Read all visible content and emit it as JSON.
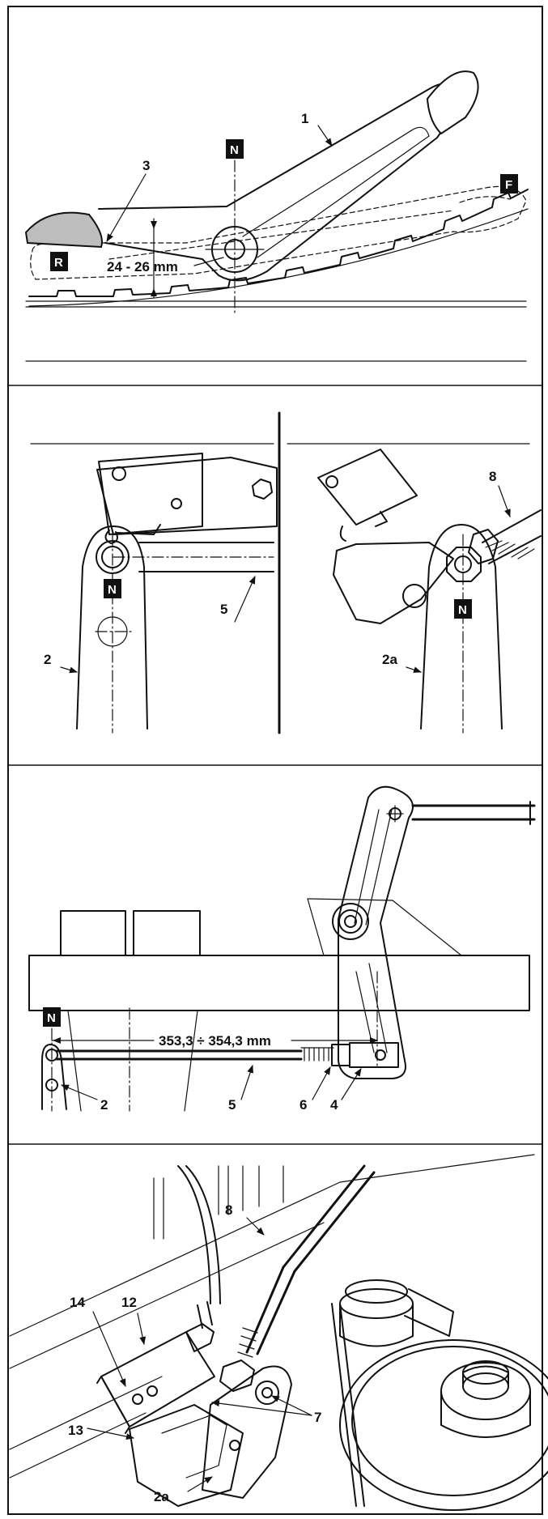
{
  "colors": {
    "line": "#111111",
    "background": "#ffffff",
    "label_box": "#111111",
    "shading": "#bdbdbd"
  },
  "panel1": {
    "callouts": {
      "c1": "1",
      "c3": "3"
    },
    "markers": {
      "n": "N",
      "r": "R",
      "f": "F"
    },
    "dimension": "24 - 26 mm"
  },
  "panel2": {
    "callouts": {
      "c2": "2",
      "c5": "5",
      "c2a": "2a",
      "c8": "8"
    },
    "markers": {
      "n_left": "N",
      "n_right": "N"
    }
  },
  "panel3": {
    "callouts": {
      "c2": "2",
      "c5": "5",
      "c6": "6",
      "c4": "4"
    },
    "markers": {
      "n": "N"
    },
    "dimension": "353,3 ÷ 354,3 mm"
  },
  "panel4": {
    "callouts": {
      "c8": "8",
      "c14": "14",
      "c12": "12",
      "c7": "7",
      "c13": "13",
      "c2a": "2a"
    }
  }
}
